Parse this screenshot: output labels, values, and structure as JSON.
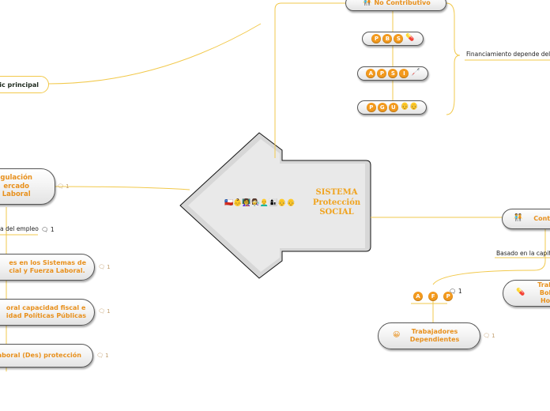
{
  "central": {
    "title": "SISTEMA\nProtección\nSOCIAL",
    "emojis": "🇨🇱👶👩‍🏫👩‍🔬👨‍🦲👩‍👦👴👴"
  },
  "topic_principal": {
    "label": "pic principal"
  },
  "no_contributivo": {
    "label": "No Contributivo",
    "icon": "🧑‍🤝‍🧑",
    "children": [
      {
        "letters": [
          "P",
          "B",
          "S"
        ],
        "emoji": "💊"
      },
      {
        "letters": [
          "A",
          "P",
          "S",
          "I"
        ],
        "emoji": "🦯"
      },
      {
        "letters": [
          "P",
          "G",
          "U"
        ],
        "emoji": "👴👴"
      }
    ],
    "financing": "Financiamiento depende del im"
  },
  "contributivo": {
    "label": "Contr",
    "icon": "🧑‍🤝‍🧑",
    "basis": "Basado en la capital",
    "afp": {
      "letters": [
        "A",
        "F",
        "P"
      ],
      "comment": "1"
    },
    "trabajadores_dependientes": {
      "label": "Trabajadores\nDependientes",
      "icon": "😀",
      "comment": "1"
    },
    "trabajadores_otros": {
      "label": "Trab\nBol\nHo",
      "icon": "💊"
    }
  },
  "left_branch": {
    "regulacion": {
      "label": "gulación\nercado\nLaboral",
      "comment": "1"
    },
    "empleo": {
      "label": "a del empleo",
      "comment": "1"
    },
    "item1": {
      "label": "es en los Sistemas de\ncial y Fuerza Laboral.",
      "comment": "1"
    },
    "item2": {
      "label": "oral capacidad fiscal e\nidad Políticas Públicas",
      "comment": "1"
    },
    "item3": {
      "label": "Laboral (Des) protección",
      "comment": "1"
    }
  }
}
